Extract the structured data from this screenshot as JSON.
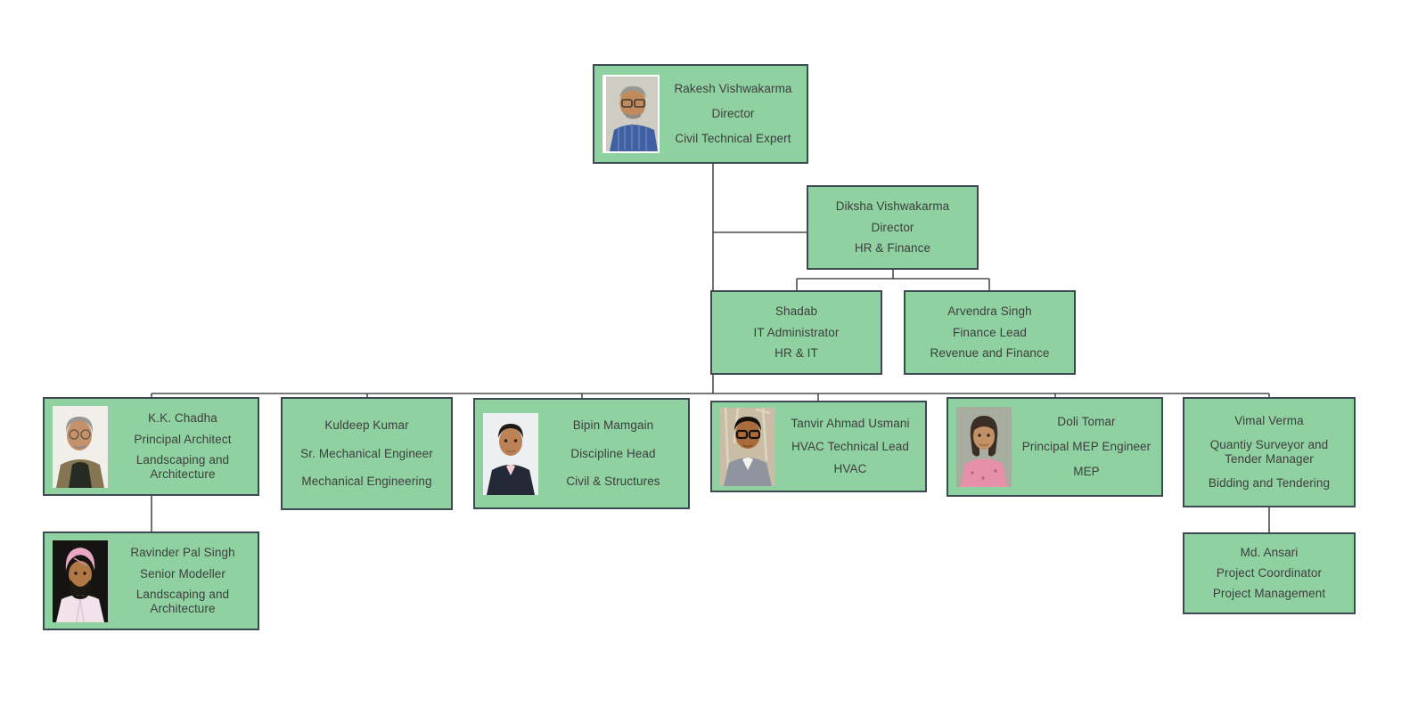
{
  "diagram_type": "org-chart",
  "colors": {
    "box_fill": "#8fd1a1",
    "box_border": "#3c4b52",
    "connector": "#4d4d4d",
    "text": "#3e3e3e",
    "background": "#ffffff"
  },
  "nodes": {
    "rakesh": {
      "name": "Rakesh Vishwakarma",
      "title": "Director",
      "department": "Civil Technical Expert",
      "photo": "rakesh-portrait"
    },
    "diksha": {
      "name": "Diksha Vishwakarma",
      "title": "Director",
      "department": "HR & Finance"
    },
    "shadab": {
      "name": "Shadab",
      "title": "IT Administrator",
      "department": "HR & IT"
    },
    "arvendra": {
      "name": "Arvendra Singh",
      "title": "Finance Lead",
      "department": "Revenue and Finance"
    },
    "kk_chadha": {
      "name": "K.K. Chadha",
      "title": "Principal Architect",
      "department": "Landscaping and Architecture",
      "photo": "kk-chadha-portrait"
    },
    "kuldeep": {
      "name": "Kuldeep Kumar",
      "title": "Sr. Mechanical Engineer",
      "department": "Mechanical Engineering"
    },
    "bipin": {
      "name": "Bipin Mamgain",
      "title": "Discipline Head",
      "department": "Civil & Structures",
      "photo": "bipin-mamgain-portrait"
    },
    "tanvir": {
      "name": "Tanvir Ahmad Usmani",
      "title": "HVAC Technical Lead",
      "department": "HVAC",
      "photo": "tanvir-usmani-portrait"
    },
    "doli": {
      "name": "Doli Tomar",
      "title": "Principal MEP Engineer",
      "department": "MEP",
      "photo": "doli-tomar-portrait"
    },
    "vimal": {
      "name": "Vimal Verma",
      "title": "Quantiy Surveyor and Tender Manager",
      "department": "Bidding and Tendering"
    },
    "ravinder": {
      "name": "Ravinder Pal Singh",
      "title": "Senior Modeller",
      "department": "Landscaping and Architecture",
      "photo": "ravinder-singh-portrait"
    },
    "md_ansari": {
      "name": "Md. Ansari",
      "title": "Project Coordinator",
      "department": "Project Management"
    }
  },
  "hierarchy": [
    {
      "manager": "rakesh",
      "reports": [
        "diksha",
        "kk_chadha",
        "kuldeep",
        "bipin",
        "tanvir",
        "doli",
        "vimal"
      ]
    },
    {
      "manager": "diksha",
      "reports": [
        "shadab",
        "arvendra"
      ]
    },
    {
      "manager": "kk_chadha",
      "reports": [
        "ravinder"
      ]
    },
    {
      "manager": "vimal",
      "reports": [
        "md_ansari"
      ]
    }
  ]
}
